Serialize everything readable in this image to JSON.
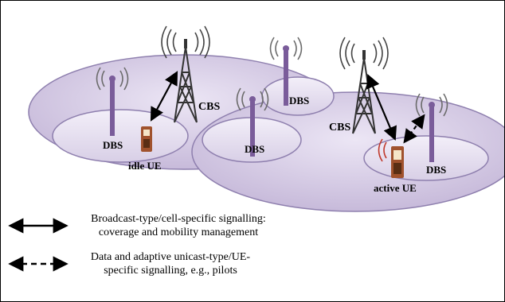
{
  "labels": {
    "dbs_left": "DBS",
    "dbs_top": "DBS",
    "dbs_mid": "DBS",
    "dbs_right": "DBS",
    "cbs_left": "CBS",
    "cbs_right": "CBS",
    "idle_ue": "idle UE",
    "active_ue": "active UE"
  },
  "legend": {
    "solid_line1": "Broadcast-type/cell-specific signalling:",
    "solid_line2": "coverage and mobility management",
    "dashed_line1": "Data and adaptive unicast-type/UE-",
    "dashed_line2": "specific signalling, e.g., pilots"
  },
  "colors": {
    "cell_fill": "#c9bddd",
    "cell_stroke": "#8e7fae",
    "mast": "#7a5c9a",
    "phone": "#a0522d",
    "signal_red": "#c0392b"
  }
}
